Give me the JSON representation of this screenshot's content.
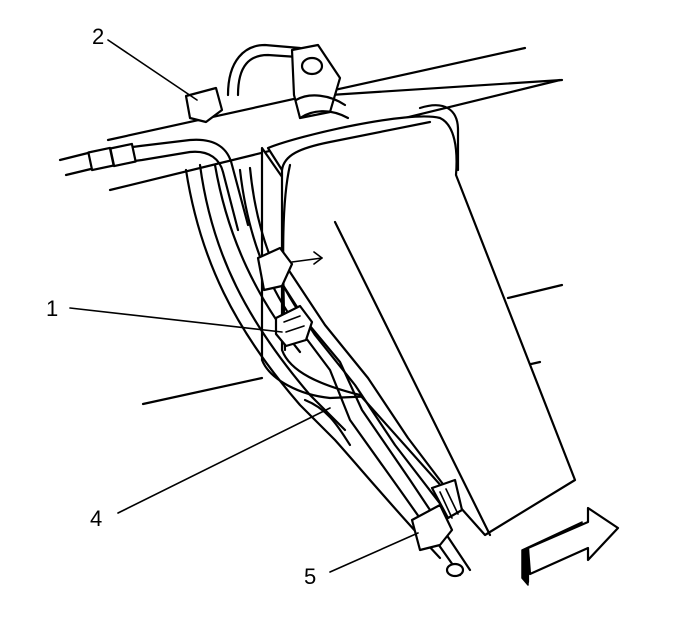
{
  "callouts": [
    {
      "id": "1",
      "label": "1"
    },
    {
      "id": "2",
      "label": "2"
    },
    {
      "id": "4",
      "label": "4"
    },
    {
      "id": "5",
      "label": "5"
    }
  ],
  "icons": {
    "forward_arrow": "forward-direction-arrow-icon"
  }
}
